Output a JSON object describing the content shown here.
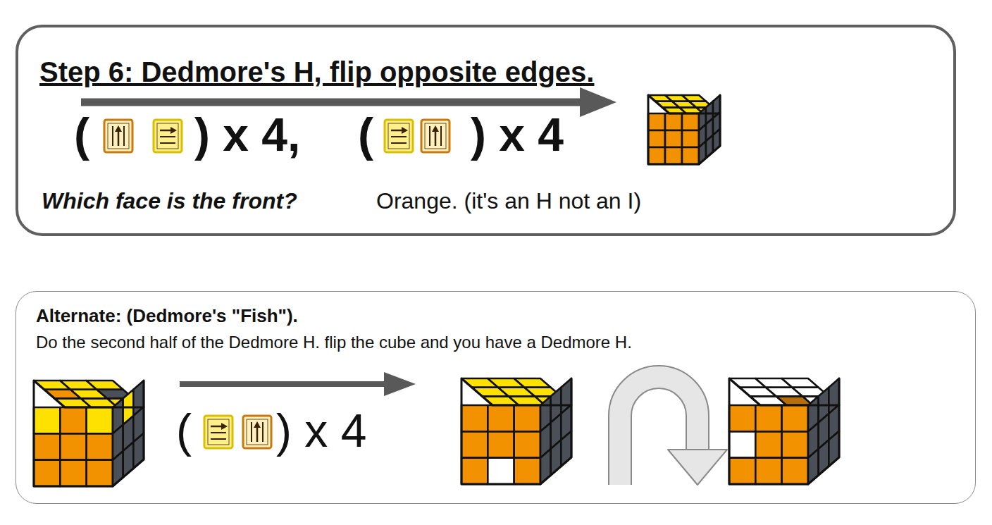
{
  "diagram": {
    "nodes": [
      {
        "text": [
          "Step 6: Dedmore's H, flip opposite edges.",
          "Which face is the front?",
          "Orange. (it's an H not an I)"
        ]
      },
      {
        "text": [
          "Alternate: (Dedmore's \"Fish\").",
          "Do the second half of the Dedmore H. flip the cube and you have a Dedmore H."
        ]
      }
    ],
    "labels": [
      "(",
      ") x 4,",
      "(",
      ") x 4",
      "(",
      ") x 4"
    ]
  }
}
